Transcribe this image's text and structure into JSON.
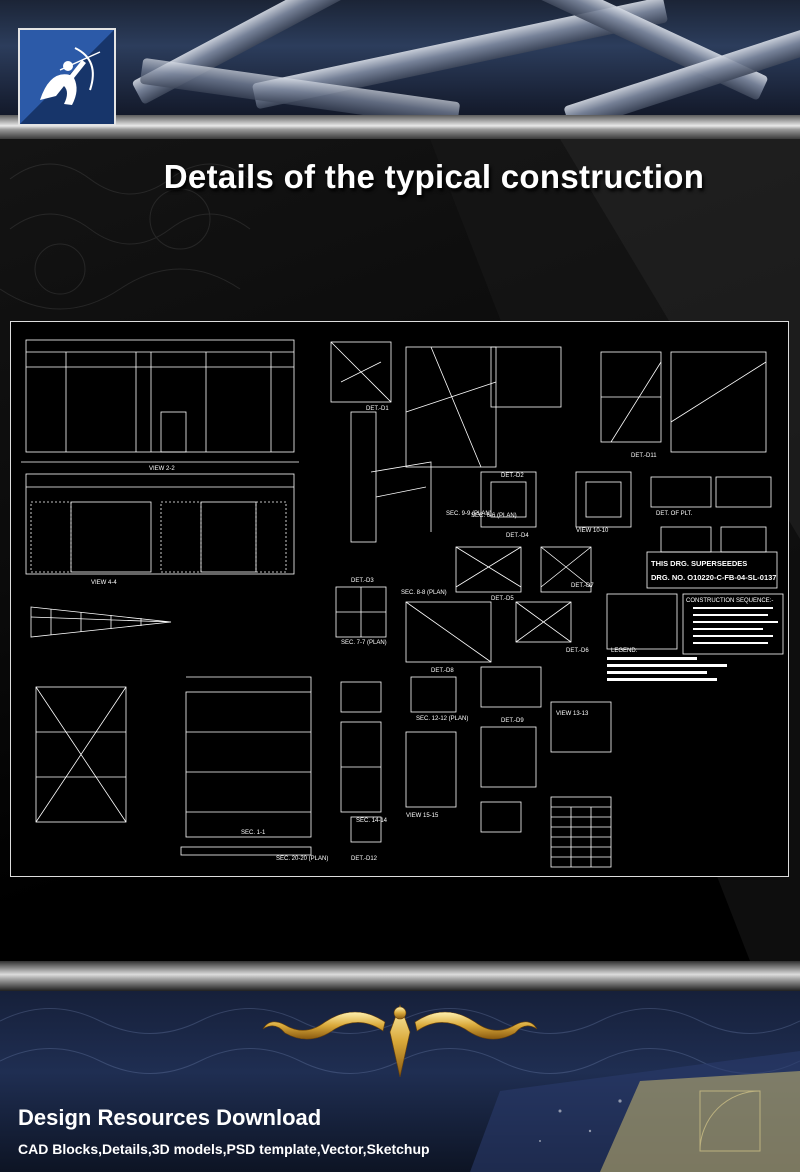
{
  "header": {
    "logo_icon": "archer-icon",
    "title": "Details of the typical construction"
  },
  "drawing": {
    "note_supersedes": "THIS DRG. SUPERSEEDES",
    "note_drg_no": "DRG. NO. O10220-C-FB-04-SL-0137",
    "construction_sequence": "CONSTRUCTION SEQUENCE:-",
    "legend": "LEGEND:",
    "labels": {
      "view_22": "VIEW 2-2",
      "view_44": "VIEW 4-4",
      "det_01": "DET.-D1",
      "det_02": "DET.-D2",
      "det_03": "DET.-D3",
      "det_04": "DET.-D4",
      "det_05": "DET.-D5",
      "det_06": "DET.-D6",
      "det_07": "DET.-D7",
      "det_08": "DET.-D8",
      "det_09": "DET.-D9",
      "det_11": "DET.-D11",
      "det_12": "DET.-D12",
      "sec_11": "SEC. 1-1",
      "sec_1414": "SEC. 14-14",
      "sec_1212": "SEC. 12-12 (PLAN)",
      "sec_2020": "SEC. 20-20 (PLAN)",
      "sec_66": "SEC. 6-6 (PLAN)",
      "sec_77": "SEC. 7-7 (PLAN)",
      "sec_88": "SEC. 8-8 (PLAN)",
      "sec_99": "SEC. 9-9 (PLAN)",
      "view_1313": "VIEW 13-13",
      "view_1515": "VIEW 15-15",
      "view_1010": "VIEW 10-10",
      "det_of_plt": "DET. OF PLT."
    }
  },
  "footer": {
    "ornament_icon": "gold-ornament-icon",
    "title": "Design Resources Download",
    "subtitle": "CAD Blocks,Details,3D models,PSD template,Vector,Sketchup"
  }
}
